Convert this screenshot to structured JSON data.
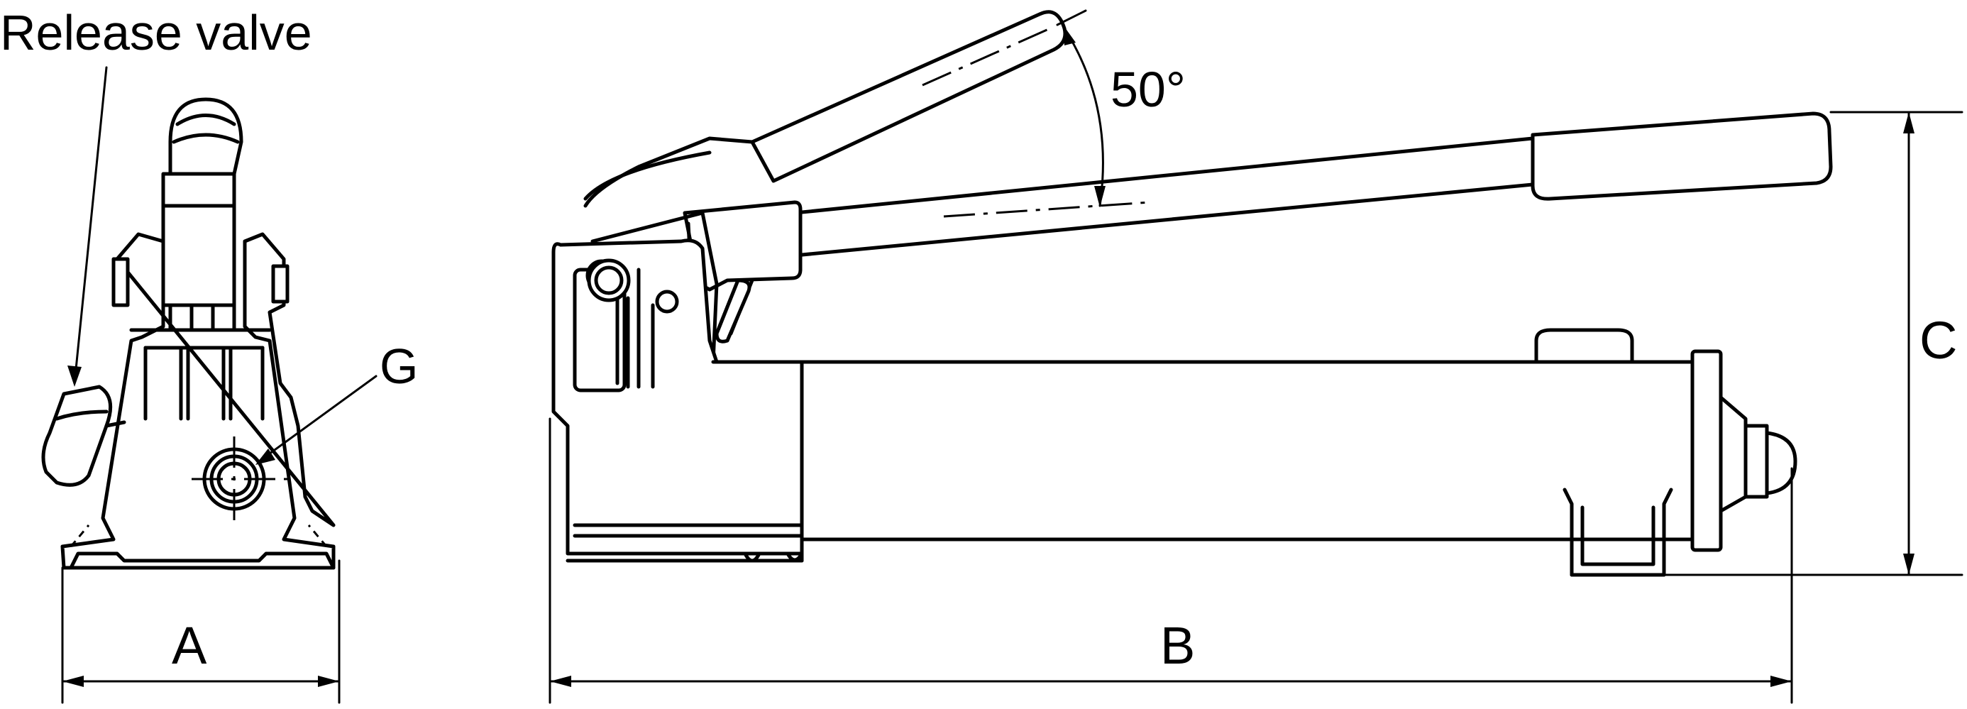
{
  "labels": {
    "release_valve": "Release valve",
    "port_g": "G",
    "angle": "50°",
    "dim_a": "A",
    "dim_b": "B",
    "dim_c": "C"
  },
  "colors": {
    "line": "#000000",
    "background": "#ffffff"
  }
}
